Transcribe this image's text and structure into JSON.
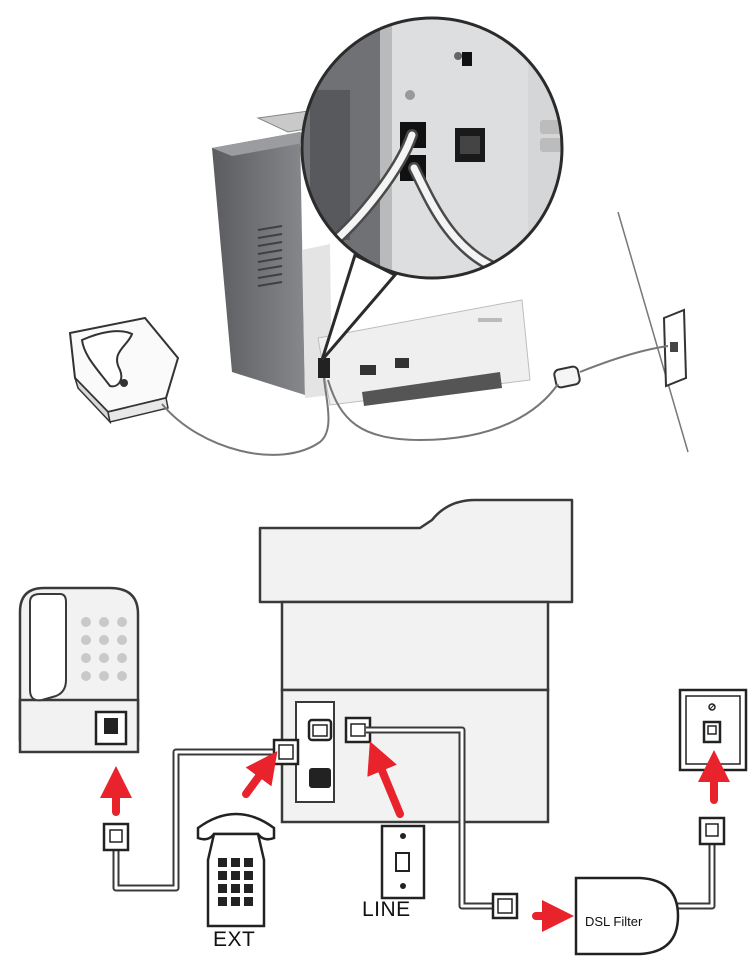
{
  "labels": {
    "ext": "EXT",
    "line": "LINE",
    "dsl_filter": "DSL Filter"
  },
  "colors": {
    "arrow": "#e8232b",
    "cable": "#6b6b6b",
    "outline": "#3a3a3a",
    "device_fill": "#f2f2f2",
    "printer_body": "#6e7073",
    "printer_dark": "#4d4f52"
  },
  "icons": [
    "printer-photo",
    "magnified-port-detail",
    "desk-phone-photo",
    "wall-jack-photo",
    "dsl-filter-inline",
    "printer-illustration",
    "telephone-icon",
    "rj11-plug-icon",
    "wall-jack-icon",
    "arrow-icon"
  ]
}
